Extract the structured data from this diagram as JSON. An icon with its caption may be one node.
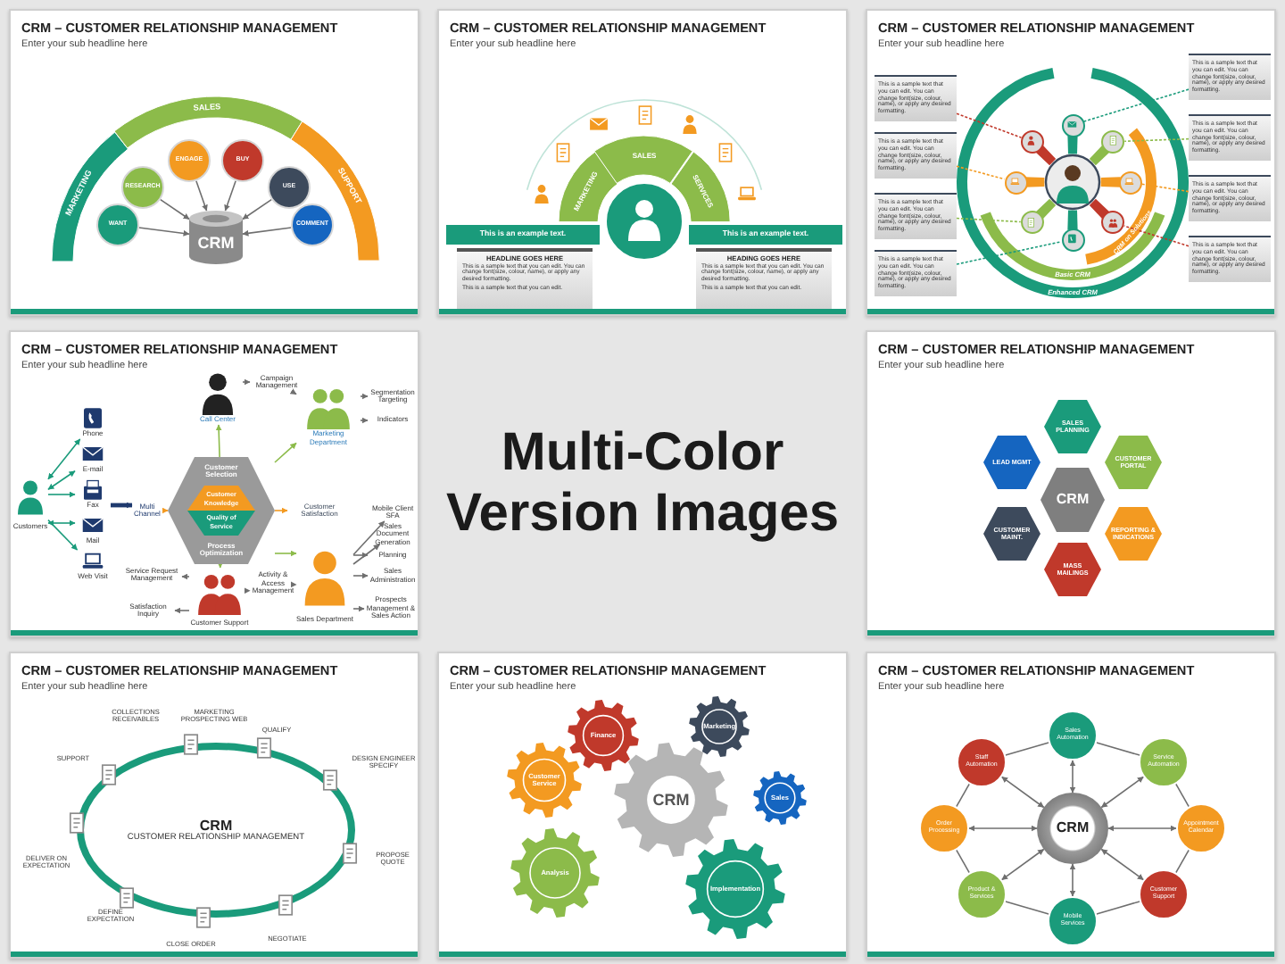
{
  "diagram": {
    "nodes": [
      {
        "text": [
          "CRM – CUSTOMER RELATIONSHIP MANAGEMENT",
          "Enter your sub headline here"
        ]
      },
      {
        "text": [
          "MARKETING"
        ],
        "in": 0
      },
      {
        "text": [
          "SALES"
        ],
        "in": 0
      },
      {
        "text": [
          "SUPPORT"
        ],
        "in": 0
      },
      {
        "text": [
          "WANT"
        ],
        "in": 0
      },
      {
        "text": [
          "RESEARCH"
        ],
        "in": 0
      },
      {
        "text": [
          "ENGAGE"
        ],
        "in": 0
      },
      {
        "text": [
          "BUY"
        ],
        "in": 0
      },
      {
        "text": [
          "USE"
        ],
        "in": 0
      },
      {
        "text": [
          "COMMENT"
        ],
        "in": 0
      },
      {
        "text": [
          "CRM"
        ],
        "in": 0
      },
      {
        "text": [
          "CRM – CUSTOMER RELATIONSHIP MANAGEMENT",
          "Enter your sub headline here"
        ]
      },
      {
        "text": [
          "MARKETING"
        ],
        "in": 11
      },
      {
        "text": [
          "SALES"
        ],
        "in": 11
      },
      {
        "text": [
          "SERVICES"
        ],
        "in": 11
      },
      {
        "text": [
          "This is an example text."
        ],
        "in": 11
      },
      {
        "text": [
          "This is an example text."
        ],
        "in": 11
      },
      {
        "text": [
          "HEADLINE GOES HERE",
          "This is a sample text that you can edit. You can change font(size, colour, name), or apply any desired formatting.",
          "This is a sample text that you can edit."
        ],
        "in": 11
      },
      {
        "text": [
          "HEADING GOES HERE",
          "This is a sample text that you can edit. You can change font(size, colour, name), or apply any desired formatting.",
          "This is a sample text that you can edit."
        ],
        "in": 11
      },
      {
        "text": [
          "CRM – CUSTOMER RELATIONSHIP MANAGEMENT",
          "Enter your sub headline here"
        ]
      },
      {
        "text": [
          "This is a sample text that you can edit. You can change font(size, colour, name), or apply any desired formatting."
        ],
        "in": 19
      },
      {
        "text": [
          "This is a sample text that you can edit. You can change font(size, colour, name), or apply any desired formatting."
        ],
        "in": 19
      },
      {
        "text": [
          "This is a sample text that you can edit. You can change font(size, colour, name), or apply any desired formatting."
        ],
        "in": 19
      },
      {
        "text": [
          "This is a sample text that you can edit. You can change font(size, colour, name), or apply any desired formatting."
        ],
        "in": 19
      },
      {
        "text": [
          "This is a sample text that you can edit. You can change font(size, colour, name), or apply any desired formatting."
        ],
        "in": 19
      },
      {
        "text": [
          "This is a sample text that you can edit. You can change font(size, colour, name), or apply any desired formatting."
        ],
        "in": 19
      },
      {
        "text": [
          "This is a sample text that you can edit. You can change font(size, colour, name), or apply any desired formatting."
        ],
        "in": 19
      },
      {
        "text": [
          "This is a sample text that you can edit. You can change font(size, colour, name), or apply any desired formatting."
        ],
        "in": 19
      },
      {
        "text": [],
        "shape": "circle",
        "in": 19
      },
      {
        "text": [],
        "shape": "circle",
        "in": 19
      },
      {
        "text": [],
        "shape": "circle",
        "in": 19
      },
      {
        "text": [],
        "shape": "circle",
        "in": 19
      },
      {
        "text": [],
        "shape": "circle",
        "in": 19
      },
      {
        "text": [],
        "shape": "circle",
        "in": 19
      },
      {
        "text": [],
        "shape": "circle",
        "in": 19
      },
      {
        "text": [],
        "shape": "circle",
        "in": 19
      },
      {
        "text": [
          "CRM – CUSTOMER RELATIONSHIP MANAGEMENT",
          "Enter your sub headline here"
        ]
      },
      {
        "text": [
          "Customer Selection",
          "Process Optimization"
        ],
        "in": 36
      },
      {
        "text": [
          "Customer Knowledge",
          "Quality of Service"
        ],
        "in": 37
      },
      {
        "text": [
          "Call Center"
        ],
        "in": 36
      },
      {
        "text": [
          "Campaign Management"
        ],
        "in": 36
      },
      {
        "text": [
          "Marketing Department"
        ],
        "in": 36
      },
      {
        "text": [
          "Segmentation Targeting"
        ],
        "in": 36
      },
      {
        "text": [
          "Indicators"
        ],
        "in": 36
      },
      {
        "text": [
          "Customer Satisfaction"
        ],
        "in": 36
      },
      {
        "text": [
          "Mobile Client SFA"
        ],
        "in": 36
      },
      {
        "text": [
          "Sales Document Generation"
        ],
        "in": 36
      },
      {
        "text": [
          "Planning"
        ],
        "in": 36
      },
      {
        "text": [
          "Sales Administration"
        ],
        "in": 36
      },
      {
        "text": [
          "Prospects Management & Sales Action"
        ],
        "in": 36
      },
      {
        "text": [
          "Sales Department"
        ],
        "in": 36
      },
      {
        "text": [
          "Activity & Access Management"
        ],
        "in": 36
      },
      {
        "text": [
          "Customer Support"
        ],
        "in": 36
      },
      {
        "text": [
          "Service Request Management"
        ],
        "in": 36
      },
      {
        "text": [
          "Satisfaction Inquiry"
        ],
        "in": 36
      },
      {
        "text": [
          "Multi Channel"
        ],
        "in": 36
      },
      {
        "text": [
          "Phone"
        ],
        "in": 36
      },
      {
        "text": [
          "E-mail"
        ],
        "in": 36
      },
      {
        "text": [
          "Fax"
        ],
        "in": 36
      },
      {
        "text": [
          "Mail"
        ],
        "in": 36
      },
      {
        "text": [
          "Web Visit"
        ],
        "in": 36
      },
      {
        "text": [
          "Customers"
        ],
        "in": 36
      },
      {
        "text": [
          "CRM – CUSTOMER RELATIONSHIP MANAGEMENT",
          "Enter your sub headline here"
        ]
      },
      {
        "text": [
          "CRM"
        ],
        "in": 62
      },
      {
        "text": [
          "SALES PLANNING"
        ],
        "in": 62
      },
      {
        "text": [
          "CUSTOMER PORTAL"
        ],
        "in": 62
      },
      {
        "text": [
          "REPORTING & INDICATIONS"
        ],
        "in": 62
      },
      {
        "text": [
          "MASS MAILINGS"
        ],
        "in": 62
      },
      {
        "text": [
          "CUSTOMER MAINT."
        ],
        "in": 62
      },
      {
        "text": [
          "LEAD MGMT"
        ],
        "in": 62
      },
      {
        "text": [
          "CRM – CUSTOMER RELATIONSHIP MANAGEMENT",
          "Enter your sub headline here"
        ]
      },
      {
        "text": [
          "CRM",
          "CUSTOMER RELATIONSHIP MANAGEMENT"
        ],
        "in": 70
      },
      {
        "text": [
          "CRM – CUSTOMER RELATIONSHIP MANAGEMENT",
          "Enter your sub headline here"
        ]
      },
      {
        "text": [
          "CRM"
        ],
        "in": 72
      },
      {
        "text": [
          "Finance"
        ],
        "in": 72
      },
      {
        "text": [
          "Marketing"
        ],
        "in": 72
      },
      {
        "text": [
          "Customer Service"
        ],
        "in": 72
      },
      {
        "text": [
          "Sales"
        ],
        "in": 72
      },
      {
        "text": [
          "Analysis"
        ],
        "in": 72
      },
      {
        "text": [
          "Implementation"
        ],
        "in": 72
      },
      {
        "text": [
          "CRM – CUSTOMER RELATIONSHIP MANAGEMENT",
          "Enter your sub headline here"
        ]
      },
      {
        "text": [
          "CRM"
        ],
        "in": 80
      },
      {
        "text": [
          "Sales Automation"
        ],
        "in": 80
      },
      {
        "text": [
          "Service Automation"
        ],
        "in": 80
      },
      {
        "text": [
          "Appointment Calendar"
        ],
        "in": 80
      },
      {
        "text": [
          "Customer Support"
        ],
        "in": 80
      },
      {
        "text": [
          "Mobile Services"
        ],
        "in": 80
      },
      {
        "text": [
          "Product & Services"
        ],
        "in": 80
      },
      {
        "text": [
          "Order Processing"
        ],
        "in": 80
      },
      {
        "text": [
          "Staff Automation"
        ],
        "in": 80
      }
    ],
    "edges": [
      {
        "from": 4,
        "to": 10,
        "arrow": "to"
      },
      {
        "from": 5,
        "to": 10,
        "arrow": "to"
      },
      {
        "from": 6,
        "to": 10,
        "arrow": "to"
      },
      {
        "from": 7,
        "to": 10,
        "arrow": "to"
      },
      {
        "from": 8,
        "to": 10,
        "arrow": "to"
      },
      {
        "from": 9,
        "to": 10,
        "arrow": "to"
      },
      {
        "from": 20,
        "to": 35,
        "arrow": "none",
        "style": "dashed",
        "color": "#c0392b"
      },
      {
        "from": 21,
        "to": 34,
        "arrow": "none",
        "style": "dashed",
        "color": "#f39a21"
      },
      {
        "from": 22,
        "to": 33,
        "arrow": "none",
        "style": "dashed",
        "color": "#8cbb4a"
      },
      {
        "from": 23,
        "to": 32,
        "arrow": "none",
        "style": "dashed",
        "color": "#1a9b7b"
      },
      {
        "from": 24,
        "to": 28,
        "arrow": "none",
        "style": "dashed",
        "color": "#1a9b7b"
      },
      {
        "from": 25,
        "to": 29,
        "arrow": "none",
        "style": "dashed",
        "color": "#8cbb4a"
      },
      {
        "from": 26,
        "to": 30,
        "arrow": "none",
        "style": "dashed",
        "color": "#f39a21"
      },
      {
        "from": 27,
        "to": 31,
        "arrow": "none",
        "style": "dashed",
        "color": "#c0392b"
      },
      {
        "from": 61,
        "to": 56,
        "arrow": "both",
        "color": "#1a9b7b"
      },
      {
        "from": 61,
        "to": 57,
        "arrow": "both",
        "color": "#1a9b7b"
      },
      {
        "from": 61,
        "to": 58,
        "arrow": "to",
        "color": "#1a9b7b"
      },
      {
        "from": 61,
        "to": 59,
        "arrow": "both",
        "color": "#1a9b7b"
      },
      {
        "from": 61,
        "to": 60,
        "arrow": "to",
        "color": "#1a9b7b"
      },
      {
        "from": 58,
        "to": 55,
        "arrow": "to",
        "style": "thick",
        "color": "#1f3a6e"
      },
      {
        "from": 55,
        "to": 37,
        "arrow": "to",
        "color": "#f39a21"
      },
      {
        "from": 37,
        "to": 44,
        "arrow": "to",
        "color": "#f39a21"
      },
      {
        "from": 37,
        "to": 39,
        "arrow": "to",
        "color": "#8cbb4a"
      },
      {
        "from": 39,
        "to": 40,
        "arrow": "to"
      },
      {
        "from": 40,
        "to": 41,
        "arrow": "to"
      },
      {
        "from": 41,
        "to": 42,
        "arrow": "to"
      },
      {
        "from": 41,
        "to": 43,
        "arrow": "to"
      },
      {
        "from": 37,
        "to": 41,
        "arrow": "to",
        "color": "#8cbb4a"
      },
      {
        "from": 37,
        "to": 50,
        "arrow": "to",
        "color": "#8cbb4a"
      },
      {
        "from": 37,
        "to": 52,
        "arrow": "to",
        "color": "#8cbb4a"
      },
      {
        "from": 50,
        "to": 45,
        "arrow": "to"
      },
      {
        "from": 50,
        "to": 46,
        "arrow": "to"
      },
      {
        "from": 50,
        "to": 47,
        "arrow": "to"
      },
      {
        "from": 50,
        "to": 48,
        "arrow": "to"
      },
      {
        "from": 50,
        "to": 49,
        "arrow": "to"
      },
      {
        "from": 52,
        "to": 53,
        "arrow": "to"
      },
      {
        "from": 52,
        "to": 54,
        "arrow": "to"
      },
      {
        "from": 52,
        "to": 51,
        "arrow": "to"
      },
      {
        "from": 51,
        "to": 50,
        "arrow": "to"
      },
      {
        "from": 81,
        "to": 82,
        "arrow": "both"
      },
      {
        "from": 81,
        "to": 83,
        "arrow": "both"
      },
      {
        "from": 81,
        "to": 84,
        "arrow": "both"
      },
      {
        "from": 81,
        "to": 85,
        "arrow": "both"
      },
      {
        "from": 81,
        "to": 86,
        "arrow": "both"
      },
      {
        "from": 81,
        "to": 87,
        "arrow": "both"
      },
      {
        "from": 81,
        "to": 88,
        "arrow": "both"
      },
      {
        "from": 81,
        "to": 89,
        "arrow": "both"
      },
      {
        "from": 82,
        "to": 83,
        "arrow": "none"
      },
      {
        "from": 83,
        "to": 84,
        "arrow": "none"
      },
      {
        "from": 84,
        "to": 85,
        "arrow": "none"
      },
      {
        "from": 85,
        "to": 86,
        "arrow": "none"
      },
      {
        "from": 86,
        "to": 87,
        "arrow": "none"
      },
      {
        "from": 87,
        "to": 88,
        "arrow": "none"
      },
      {
        "from": 88,
        "to": 89,
        "arrow": "none"
      },
      {
        "from": 89,
        "to": 82,
        "arrow": "none"
      }
    ],
    "labels": [
      "Basic CRM",
      "Enhanced CRM",
      "CRM on Solutions",
      "Multi-Color Version Images",
      "COLLECTIONS RECEIVABLES",
      "MARKETING PROSPECTING WEB",
      "QUALIFY",
      "SUPPORT",
      "DESIGN ENGINEER SPECIFY",
      "PROPOSE QUOTE",
      "DELIVER ON EXPECTATION",
      "DEFINE EXPECTATION",
      "NEGOTIATE",
      "CLOSE ORDER"
    ]
  }
}
